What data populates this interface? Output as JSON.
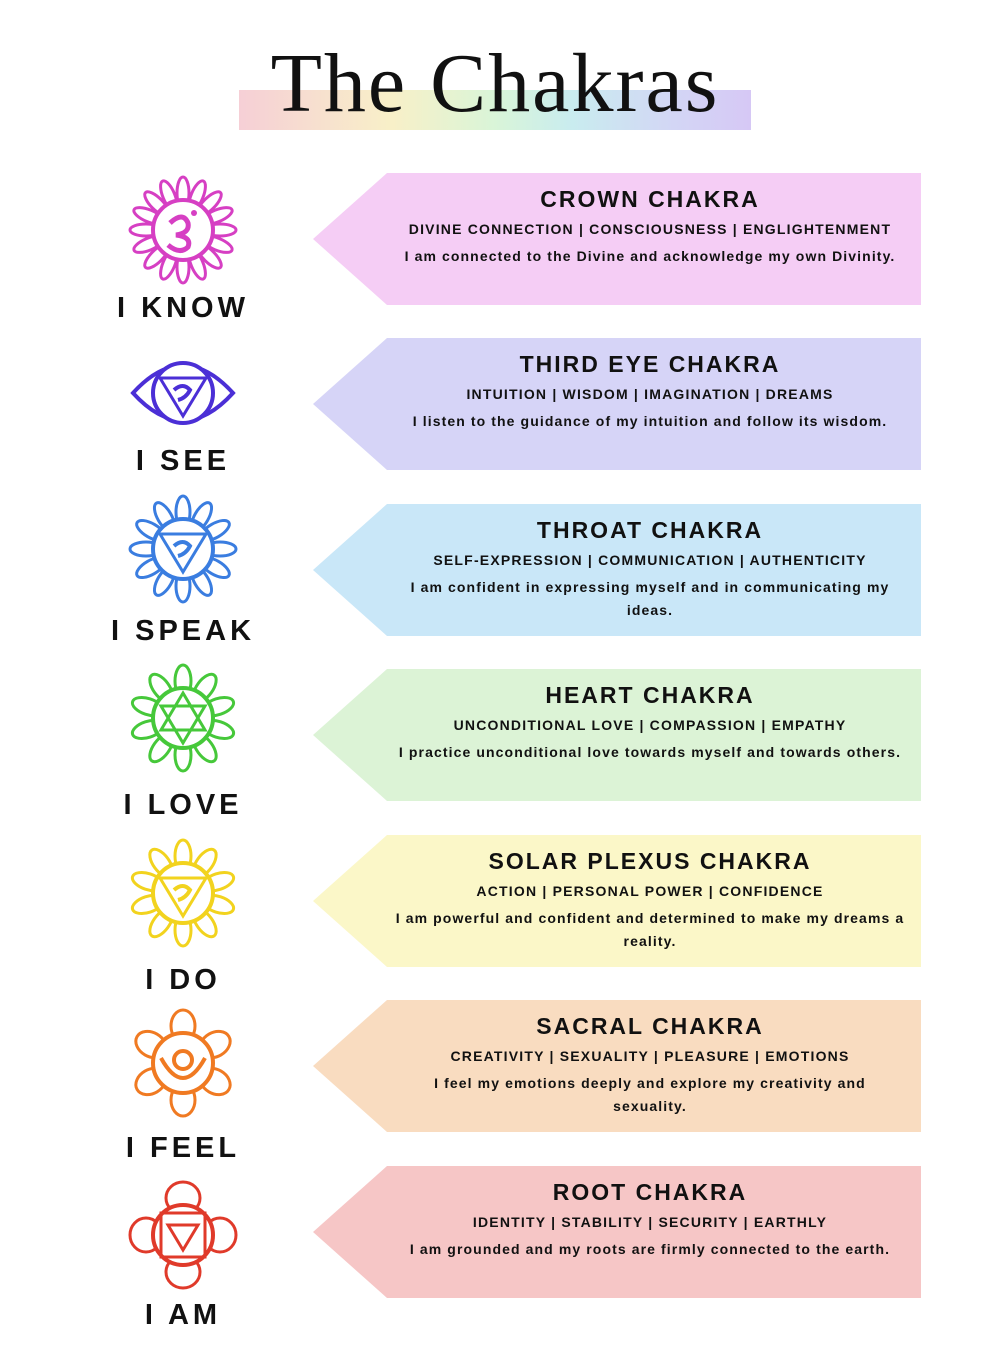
{
  "title": "The Chakras",
  "chakras": [
    {
      "name": "CROWN CHAKRA",
      "keywords": "DIVINE CONNECTION | CONSCIOUSNESS | ENGLIGHTENMENT",
      "affirmation": "I am connected to the Divine and acknowledge my own Divinity.",
      "label": "I KNOW",
      "bg": "#f5cdf5",
      "color": "#d63fc3",
      "icon": "crown-chakra-icon"
    },
    {
      "name": "THIRD EYE CHAKRA",
      "keywords": "INTUITION | WISDOM | IMAGINATION | DREAMS",
      "affirmation": "I listen to the guidance of my intuition and follow its wisdom.",
      "label": "I SEE",
      "bg": "#d6d4f7",
      "color": "#4b2fd6",
      "icon": "third-eye-chakra-icon"
    },
    {
      "name": "THROAT CHAKRA",
      "keywords": "SELF-EXPRESSION | COMMUNICATION | AUTHENTICITY",
      "affirmation": "I am confident in expressing myself and in communicating my ideas.",
      "label": "I SPEAK",
      "bg": "#c9e7f8",
      "color": "#3a7de0",
      "icon": "throat-chakra-icon"
    },
    {
      "name": "HEART CHAKRA",
      "keywords": "UNCONDITIONAL LOVE | COMPASSION | EMPATHY",
      "affirmation": "I practice unconditional love towards myself and towards others.",
      "label": "I LOVE",
      "bg": "#dcf3d6",
      "color": "#46c83a",
      "icon": "heart-chakra-icon"
    },
    {
      "name": "SOLAR PLEXUS CHAKRA",
      "keywords": "ACTION | PERSONAL POWER | CONFIDENCE",
      "affirmation": "I am powerful and confident and determined to make my dreams a reality.",
      "label": "I DO",
      "bg": "#fbf7c8",
      "color": "#f2d31e",
      "icon": "solar-plexus-chakra-icon"
    },
    {
      "name": "SACRAL CHAKRA",
      "keywords": "CREATIVITY | SEXUALITY | PLEASURE | EMOTIONS",
      "affirmation": "I feel my emotions deeply and explore my creativity and sexuality.",
      "label": "I FEEL",
      "bg": "#f9dcc0",
      "color": "#f07a22",
      "icon": "sacral-chakra-icon"
    },
    {
      "name": "ROOT CHAKRA",
      "keywords": "IDENTITY | STABILITY | SECURITY | EARTHLY",
      "affirmation": "I am grounded and my roots are firmly connected to the earth.",
      "label": "I AM",
      "bg": "#f6c6c6",
      "color": "#e03a2a",
      "icon": "root-chakra-icon"
    }
  ]
}
